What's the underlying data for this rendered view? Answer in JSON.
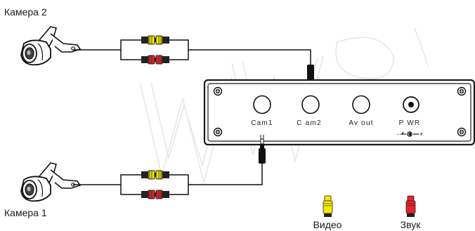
{
  "labels": {
    "camera2": "Камера 2",
    "camera1": "Камера 1",
    "video": "Видео",
    "audio": "Звук"
  },
  "ports": {
    "cam1": "Cam1",
    "cam2": "C am2",
    "avout": "Av out",
    "pwr": "P WR"
  },
  "colors": {
    "video_plug": "#f4ea00",
    "audio_plug": "#e3262b",
    "box_outline": "#1a1a1a",
    "watermark": "#dcdcdc"
  },
  "icons": {
    "camera": "bullet-camera-icon",
    "rca": "rca-plug-icon",
    "jack": "mini-jack-icon",
    "power": "dc-power-icon",
    "screw": "screw-icon"
  }
}
